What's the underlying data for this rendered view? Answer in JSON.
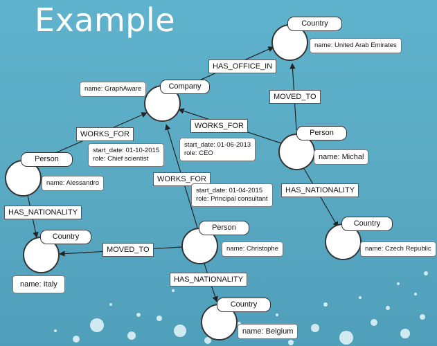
{
  "title": "Example",
  "nodes": {
    "uae": {
      "label": "Country",
      "prop": "name: United Arab Emirates"
    },
    "graphaware": {
      "label": "Company",
      "prop": "name: GraphAware"
    },
    "michal": {
      "label": "Person",
      "prop": "name: Michal"
    },
    "alessandro": {
      "label": "Person",
      "prop": "name: Alessandro"
    },
    "christophe": {
      "label": "Person",
      "prop": "name: Christophe"
    },
    "italy": {
      "label": "Country",
      "prop": "name: Italy"
    },
    "czech": {
      "label": "Country",
      "prop": "name: Czech Republic"
    },
    "belgium": {
      "label": "Country",
      "prop": "name: Belgium"
    }
  },
  "relationships": {
    "has_office_in": "HAS_OFFICE_IN",
    "michal_moved_to": "MOVED_TO",
    "michal_works_for": "WORKS_FOR",
    "alessandro_works_for": "WORKS_FOR",
    "christophe_works_for": "WORKS_FOR",
    "alessandro_nationality": "HAS_NATIONALITY",
    "michal_nationality": "HAS_NATIONALITY",
    "christophe_moved_to": "MOVED_TO",
    "christophe_nationality": "HAS_NATIONALITY"
  },
  "rel_props": {
    "michal_works_for": {
      "start_date": "start_date: 01-06-2013",
      "role": "role: CEO"
    },
    "alessandro_works_for": {
      "start_date": "start_date: 01-10-2015",
      "role": "role: Chief scientist"
    },
    "christophe_works_for": {
      "start_date": "start_date: 01-04-2015",
      "role": "role: Principal consultant"
    }
  },
  "colors": {
    "background": "#5fb3cc",
    "node_fill": "#ffffff",
    "stroke": "#222222"
  }
}
